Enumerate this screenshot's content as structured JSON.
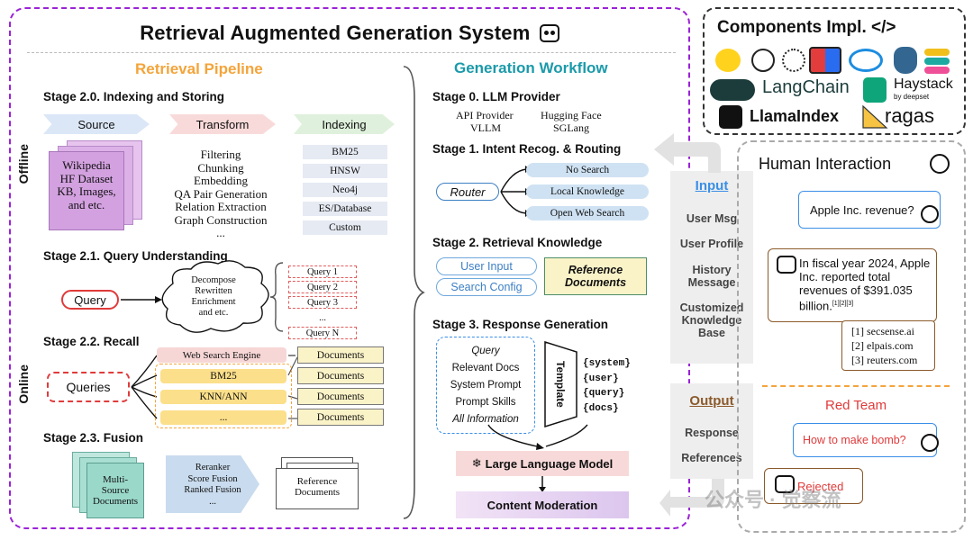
{
  "title": "Retrieval Augmented Generation System",
  "retrieval": {
    "title": "Retrieval Pipeline",
    "offline_label": "Offline",
    "online_label": "Online",
    "stage20": {
      "title": "Stage 2.0. Indexing and Storing",
      "source_tag": "Source",
      "transform_tag": "Transform",
      "indexing_tag": "Indexing",
      "source_lines": [
        "Wikipedia",
        "HF Dataset",
        "KB, Images,",
        "and etc."
      ],
      "transform_items": [
        "Filtering",
        "Chunking",
        "Embedding",
        "QA Pair Generation",
        "Relation Extraction",
        "Graph Construction",
        "..."
      ],
      "index_items": [
        "BM25",
        "HNSW",
        "Neo4j",
        "ES/Database",
        "Custom"
      ]
    },
    "stage21": {
      "title": "Stage 2.1. Query Understanding",
      "query": "Query",
      "cloud_lines": [
        "Decompose",
        "Rewritten",
        "Enrichment",
        "and etc."
      ],
      "queries": [
        "Query 1",
        "Query 2",
        "Query 3",
        "...",
        "Query N"
      ]
    },
    "stage22": {
      "title": "Stage 2.2. Recall",
      "queries": "Queries",
      "methods": [
        "Web Search Engine",
        "BM25",
        "KNN/ANN",
        "..."
      ],
      "docs": [
        "Documents",
        "Documents",
        "Documents",
        "Documents"
      ]
    },
    "stage23": {
      "title": "Stage 2.3. Fusion",
      "multi_lines": [
        "Multi-",
        "Source",
        "Documents"
      ],
      "fusion_lines": [
        "Reranker",
        "Score Fusion",
        "Ranked Fusion",
        "..."
      ],
      "ref_lines": [
        "Reference",
        "Documents"
      ]
    }
  },
  "generation": {
    "title": "Generation Workflow",
    "stage0": {
      "title": "Stage 0. LLM Provider",
      "providers": [
        "API Provider",
        "Hugging Face",
        "VLLM",
        "SGLang"
      ]
    },
    "stage1": {
      "title": "Stage 1. Intent Recog. & Routing",
      "router": "Router",
      "routes": [
        "No Search",
        "Local Knowledge",
        "Open Web Search"
      ]
    },
    "stage2": {
      "title": "Stage 2. Retrieval Knowledge",
      "user_input": "User Input",
      "search_config": "Search Config",
      "ref_lines": [
        "Reference",
        "Documents"
      ]
    },
    "stage3": {
      "title": "Stage 3. Response Generation",
      "prompt_items": [
        "Query",
        "Relevant Docs",
        "System Prompt",
        "Prompt Skills",
        "All Information"
      ],
      "template": "Template",
      "vars": [
        "{system}",
        "{user}",
        "{query}",
        "{docs}"
      ],
      "llm": "Large Language Model",
      "moderation": "Content Moderation"
    }
  },
  "io": {
    "input_title": "Input",
    "input_items": [
      "User Msg",
      "User Profile",
      "History Message",
      "Customized Knowledge Base"
    ],
    "output_title": "Output",
    "output_items": [
      "Response",
      "References"
    ]
  },
  "components": {
    "title": "Components Impl. </>",
    "langchain": "LangChain",
    "haystack": "Haystack",
    "haystack_sub": "by deepset",
    "llamaindex": "LlamaIndex",
    "ragas": "ragas"
  },
  "human": {
    "title": "Human Interaction",
    "q1": "Apple Inc. revenue?",
    "a1": "In fiscal year 2024, Apple Inc. reported total revenues of $391.035 billion.",
    "a1_refs": "[1][2][3]",
    "refs": [
      "[1] secsense.ai",
      "[2] elpais.com",
      "[3] reuters.com"
    ],
    "red_team": "Red Team",
    "q2": "How to make bomb?",
    "rejected": "Rejected"
  },
  "watermark": "公众号 · 觉察流",
  "colors": {
    "purple": "#9b22d6",
    "orange": "#f4a43a",
    "teal": "#1b9aaa",
    "blue": "#3a8ee6",
    "red": "#e03b3b"
  }
}
